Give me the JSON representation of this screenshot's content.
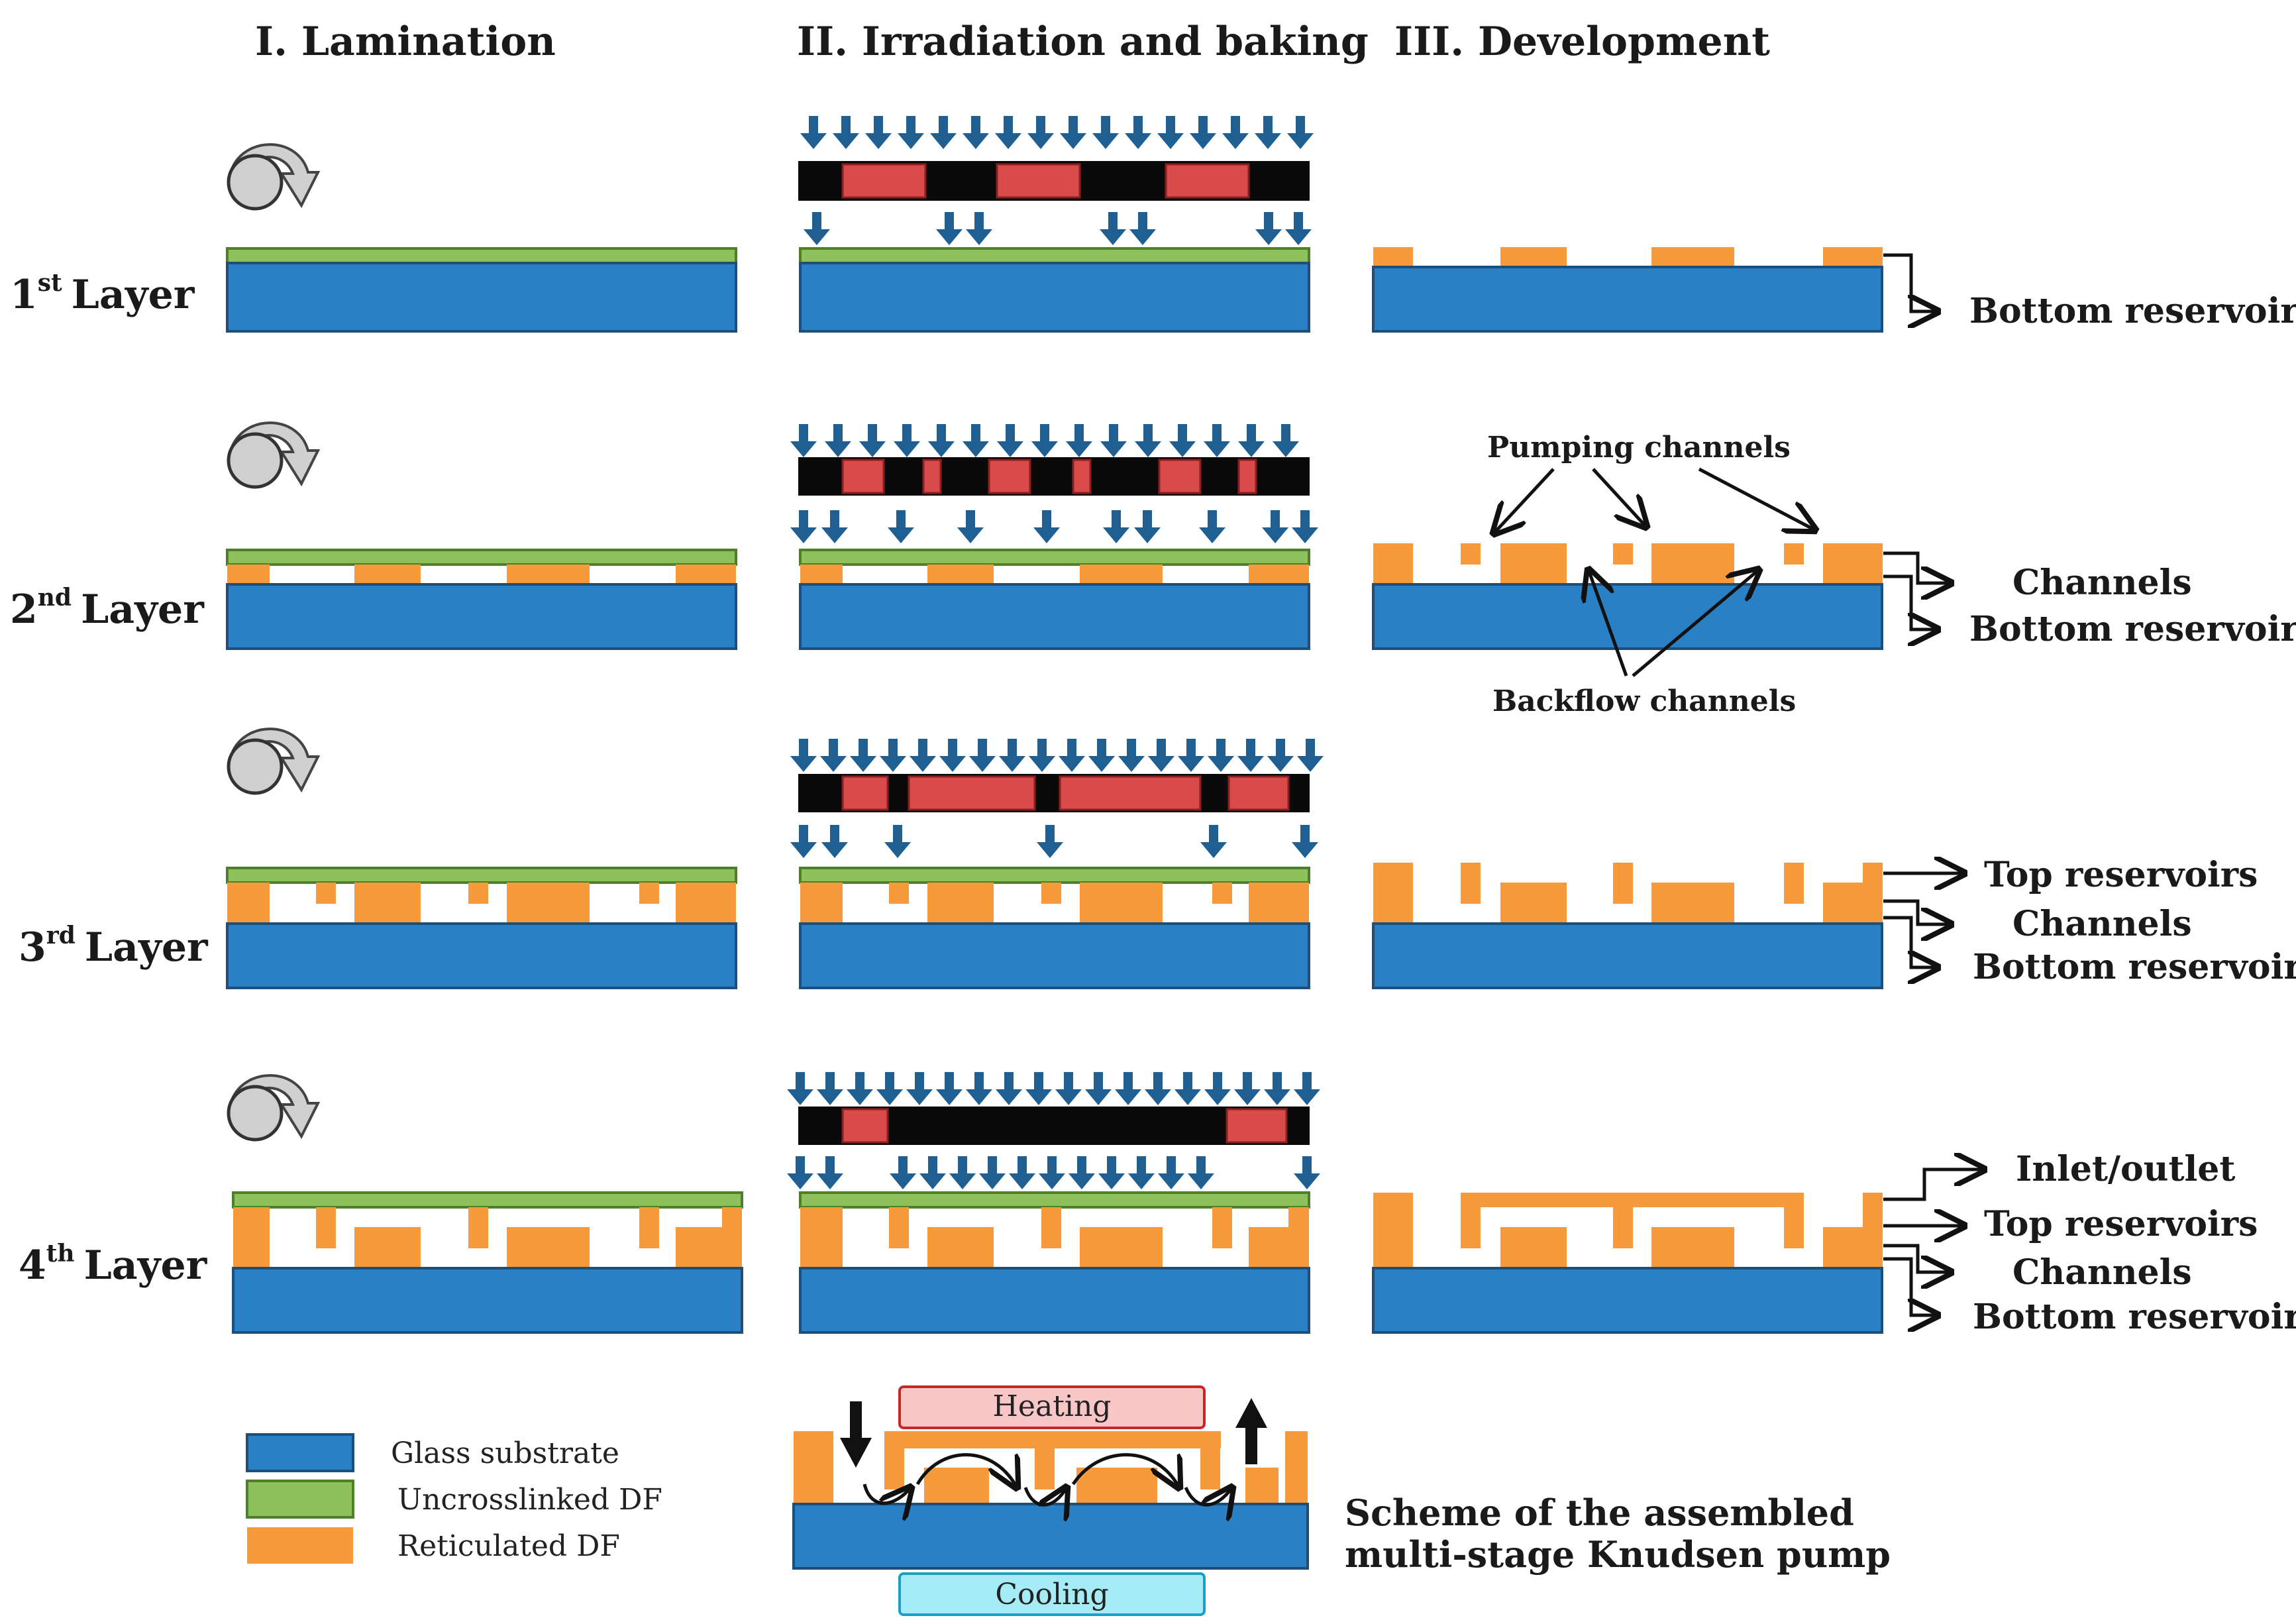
{
  "steps": {
    "lamination": "I. Lamination",
    "irradiation": "II. Irradiation and baking",
    "development": "III. Development"
  },
  "layers": [
    {
      "num": "1",
      "sup": "st",
      "word": "Layer"
    },
    {
      "num": "2",
      "sup": "nd",
      "word": "Layer"
    },
    {
      "num": "3",
      "sup": "rd",
      "word": "Layer"
    },
    {
      "num": "4",
      "sup": "th",
      "word": "Layer"
    }
  ],
  "labels": {
    "bottom_reservoirs": "Bottom reservoirs",
    "channels": "Channels",
    "top_reservoirs": "Top reservoirs",
    "inlet_outlet": "Inlet/outlet",
    "pumping_channels": "Pumping channels",
    "backflow_channels": "Backflow channels"
  },
  "legend": {
    "glass": "Glass substrate",
    "uncrosslinked": "Uncrosslinked DF",
    "reticulated": "Reticulated DF"
  },
  "scheme": {
    "heating": "Heating",
    "cooling": "Cooling",
    "caption_line1": "Scheme of the assembled",
    "caption_line2": "multi-stage Knudsen pump"
  },
  "colors": {
    "glass": "#2a80c4",
    "uncrosslinked": "#8dc15c",
    "reticulated": "#f79a3c",
    "mask": "#0a0a0a",
    "mask_opening": "#d94a4a",
    "uv_arrow": "#1f5f92",
    "heating": "#f8c6c6",
    "cooling": "#a6ecf6"
  }
}
